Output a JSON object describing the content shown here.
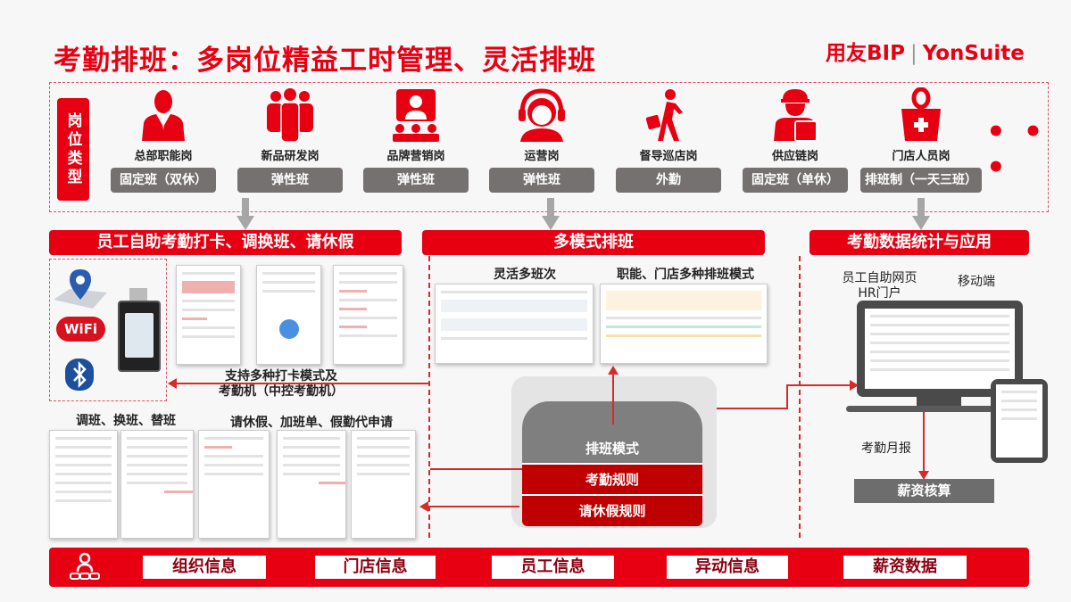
{
  "title": "考勤排班：多岗位精益工时管理、灵活排班",
  "logo": {
    "left": "用友BIP",
    "sep": "|",
    "right": "YonSuite"
  },
  "job_types": {
    "label": "岗位类型",
    "items": [
      {
        "icon": "person-icon",
        "name": "总部职能岗",
        "shift": "固定班（双休）"
      },
      {
        "icon": "team-icon",
        "name": "新品研发岗",
        "shift": "弹性班"
      },
      {
        "icon": "presentation-icon",
        "name": "品牌营销岗",
        "shift": "弹性班"
      },
      {
        "icon": "headset-icon",
        "name": "运营岗",
        "shift": "弹性班"
      },
      {
        "icon": "walking-icon",
        "name": "督导巡店岗",
        "shift": "外勤"
      },
      {
        "icon": "delivery-icon",
        "name": "供应链岗",
        "shift": "固定班（单休）"
      },
      {
        "icon": "shopper-icon",
        "name": "门店人员岗",
        "shift": "排班制（一天三班）"
      }
    ],
    "more": "• • •"
  },
  "left": {
    "header": "员工自助考勤打卡、调换班、请休假",
    "clock_caption_1": "支持多种打卡模式及",
    "clock_caption_2": "考勤机（中控考勤机）",
    "shift_change": "调班、换班、替班",
    "leave": "请休假、加班单、假勤代申请",
    "wifi": "WiFi"
  },
  "middle": {
    "header": "多模式排班",
    "label_1": "灵活多班次",
    "label_2": "职能、门店多种排班模式",
    "layers": [
      "排班模式",
      "考勤规则",
      "请休假规则"
    ]
  },
  "right": {
    "header": "考勤数据统计与应用",
    "web_1": "员工自助网页",
    "web_2": "HR门户",
    "mobile": "移动端",
    "monthly": "考勤月报",
    "payroll": "薪资核算"
  },
  "foundation": [
    "组织信息",
    "门店信息",
    "员工信息",
    "异动信息",
    "薪资数据"
  ],
  "colors": {
    "brand": "#e60012",
    "gray": "#767171"
  }
}
